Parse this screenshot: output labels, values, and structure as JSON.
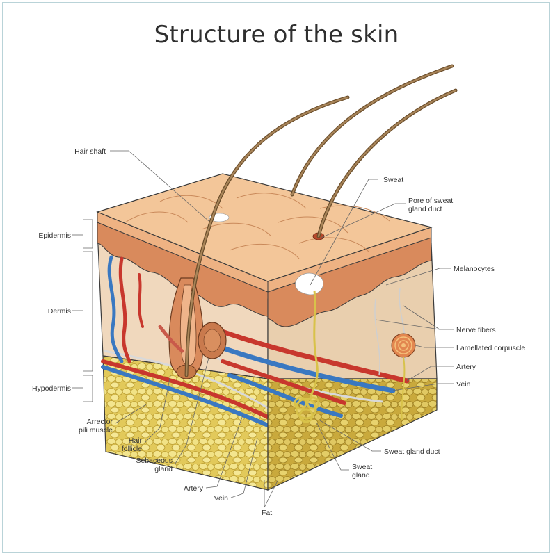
{
  "title": "Structure of the skin",
  "colors": {
    "epidermis": "#f1c195",
    "dermis": "#f0d9bf",
    "hypodermis_fat": "#eadb7c",
    "artery": "#c8372d",
    "vein": "#3a78c1",
    "hair": "#8b6a43",
    "border": "#b9d3d8"
  },
  "labels": {
    "hair_shaft": "Hair shaft",
    "sweat": "Sweat",
    "pore_line1": "Pore of sweat",
    "pore_line2": "gland duct",
    "epidermis": "Epidermis",
    "melanocytes": "Melanocytes",
    "dermis": "Dermis",
    "nerve_fibers": "Nerve fibers",
    "lamellated": "Lamellated corpuscle",
    "artery_right": "Artery",
    "vein_right": "Vein",
    "hypodermis": "Hypodermis",
    "arrector_line1": "Arrector",
    "arrector_line2": "pili muscle",
    "hair_follicle_line1": "Hair",
    "hair_follicle_line2": "follicle",
    "sebaceous_line1": "Sebaceous",
    "sebaceous_line2": "gland",
    "artery_bottom": "Artery",
    "vein_bottom": "Vein",
    "fat": "Fat",
    "sweat_gland_duct": "Sweat gland duct",
    "sweat_gland_line1": "Sweat",
    "sweat_gland_line2": "gland"
  }
}
